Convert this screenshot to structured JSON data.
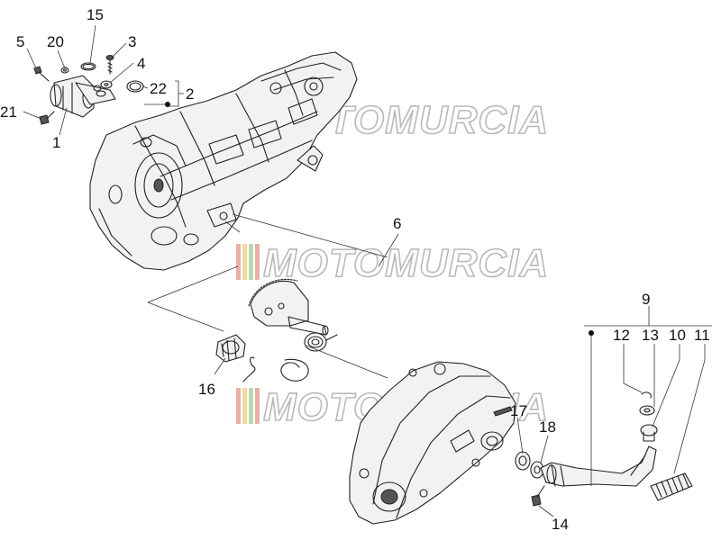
{
  "watermark": {
    "text": "MOTOMURCIA",
    "stripe_colors": [
      "#e8b0a8",
      "#f0d9a0",
      "#b8d8b0",
      "#e8b0a8"
    ]
  },
  "callouts": [
    {
      "id": "1",
      "label": "1"
    },
    {
      "id": "2",
      "label": "2"
    },
    {
      "id": "3",
      "label": "3"
    },
    {
      "id": "4",
      "label": "4"
    },
    {
      "id": "5",
      "label": "5"
    },
    {
      "id": "6",
      "label": "6"
    },
    {
      "id": "9",
      "label": "9"
    },
    {
      "id": "10",
      "label": "10"
    },
    {
      "id": "11",
      "label": "11"
    },
    {
      "id": "12",
      "label": "12"
    },
    {
      "id": "13",
      "label": "13"
    },
    {
      "id": "14",
      "label": "14"
    },
    {
      "id": "15",
      "label": "15"
    },
    {
      "id": "16",
      "label": "16"
    },
    {
      "id": "17",
      "label": "17"
    },
    {
      "id": "18",
      "label": "18"
    },
    {
      "id": "20",
      "label": "20"
    },
    {
      "id": "21",
      "label": "21"
    },
    {
      "id": "22",
      "label": "22"
    }
  ]
}
